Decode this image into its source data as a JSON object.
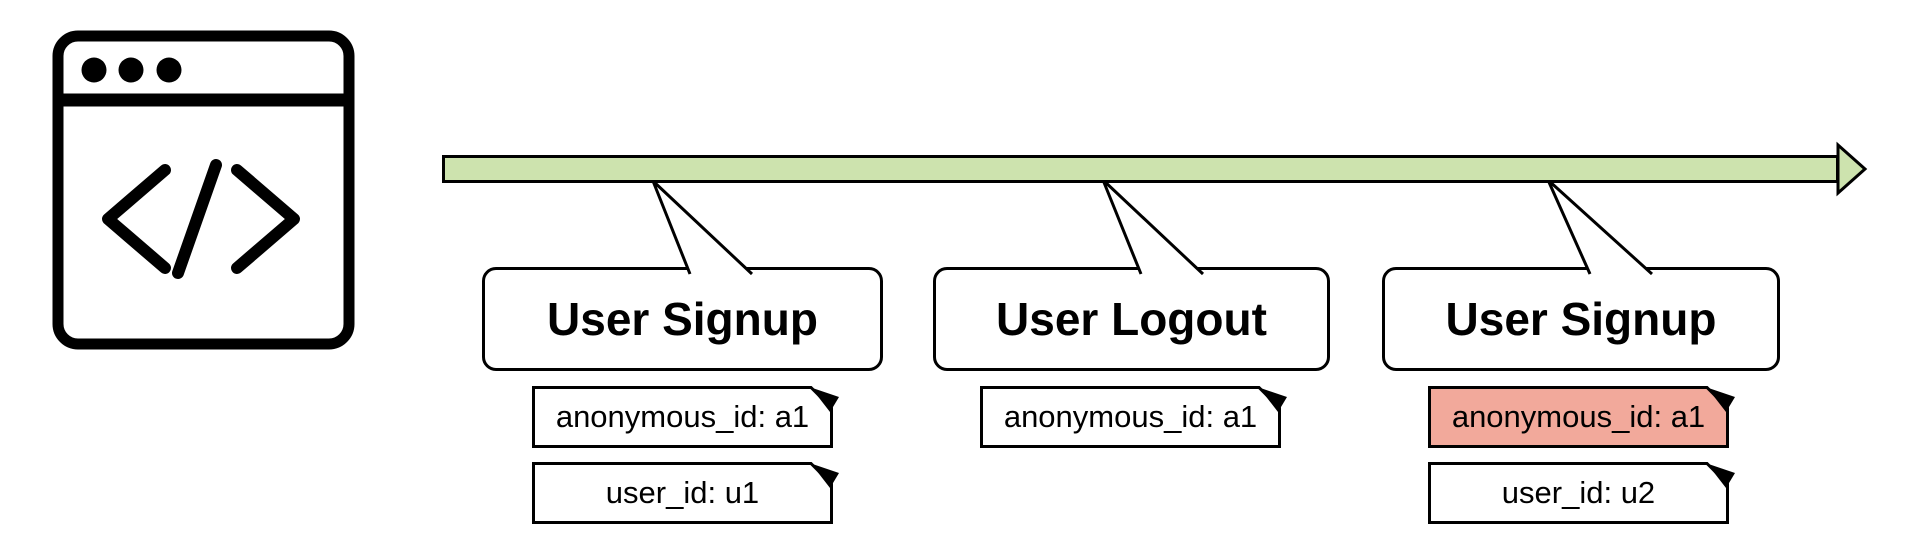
{
  "colors": {
    "timeline_green": "#cde3ae",
    "highlight_salmon": "#f2a99b",
    "note_white": "#ffffff",
    "stroke_black": "#000000"
  },
  "browser_icon": {
    "name": "browser-window-code-icon",
    "glyph": "</>"
  },
  "timeline": {
    "description": "event timeline arrow"
  },
  "events": [
    {
      "title": "User Signup",
      "properties": [
        {
          "text": "anonymous_id: a1",
          "highlight": false
        },
        {
          "text": "user_id: u1",
          "highlight": false
        }
      ]
    },
    {
      "title": "User Logout",
      "properties": [
        {
          "text": "anonymous_id: a1",
          "highlight": false
        }
      ]
    },
    {
      "title": "User Signup",
      "properties": [
        {
          "text": "anonymous_id: a1",
          "highlight": true
        },
        {
          "text": "user_id: u2",
          "highlight": false
        }
      ]
    }
  ]
}
